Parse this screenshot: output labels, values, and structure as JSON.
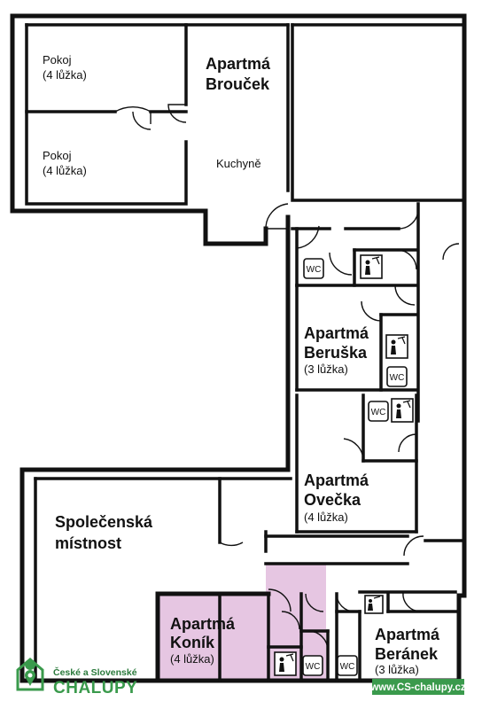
{
  "rooms": {
    "pokoj_upper": {
      "name": "Pokoj",
      "beds": "(4 lůžka)"
    },
    "pokoj_lower": {
      "name": "Pokoj",
      "beds": "(4 lůžka)"
    },
    "broucek": {
      "line1": "Apartmá",
      "line2": "Brouček"
    },
    "kitchen": "Kuchyně",
    "beruska": {
      "line1": "Apartmá",
      "line2": "Beruška",
      "beds": "(3 lůžka)"
    },
    "ovecka": {
      "line1": "Apartmá",
      "line2": "Ovečka",
      "beds": "(4 lůžka)"
    },
    "spolecenska": {
      "line1": "Společenská",
      "line2": "místnost"
    },
    "konik": {
      "line1": "Apartmá",
      "line2": "Koník",
      "beds": "(4 lůžka)"
    },
    "beranek": {
      "line1": "Apartmá",
      "line2": "Beránek",
      "beds": "(3 lůžka)"
    }
  },
  "wc_label": "WC",
  "logo": {
    "line1": "České a Slovenské",
    "line2": "CHALUPY"
  },
  "url": "www.CS-chalupy.cz",
  "colors": {
    "highlight": "#e6c6e2",
    "brand_green": "#3a9a4c",
    "url_bg": "#3a9a4c"
  }
}
